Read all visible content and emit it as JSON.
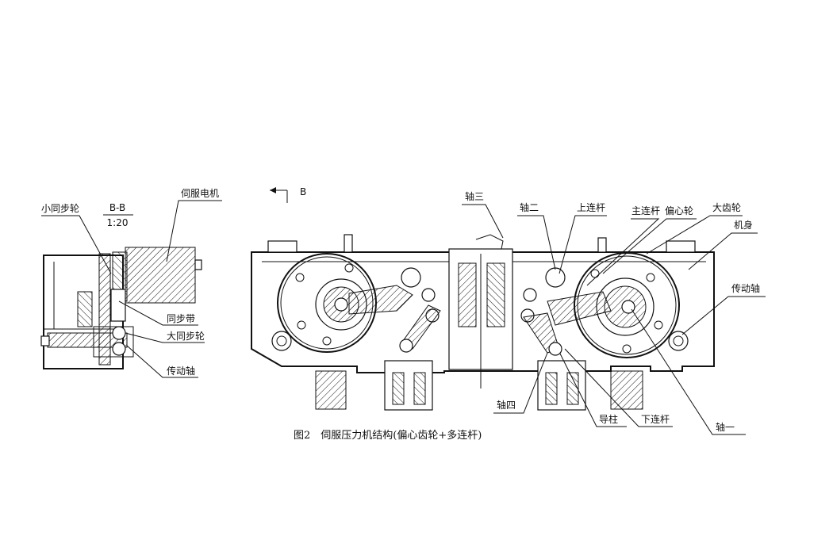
{
  "section_view": {
    "title": "B-B",
    "scale": "1:20",
    "labels": {
      "small_pulley": "小同步轮",
      "servo_motor": "伺服电机",
      "belt": "同步带",
      "large_pulley": "大同步轮",
      "drive_shaft": "传动轴"
    }
  },
  "main_view": {
    "section_marker": "B",
    "labels": {
      "shaft_three": "轴三",
      "shaft_two": "轴二",
      "upper_link": "上连杆",
      "main_link": "主连杆",
      "eccentric_wheel": "偏心轮",
      "large_gear": "大齿轮",
      "frame": "机身",
      "drive_shaft": "传动轴",
      "shaft_four": "轴四",
      "guide_post": "导柱",
      "lower_link": "下连杆",
      "shaft_one": "轴一"
    }
  },
  "caption": "图2　伺服压力机结构(偏心齿轮+多连杆)"
}
